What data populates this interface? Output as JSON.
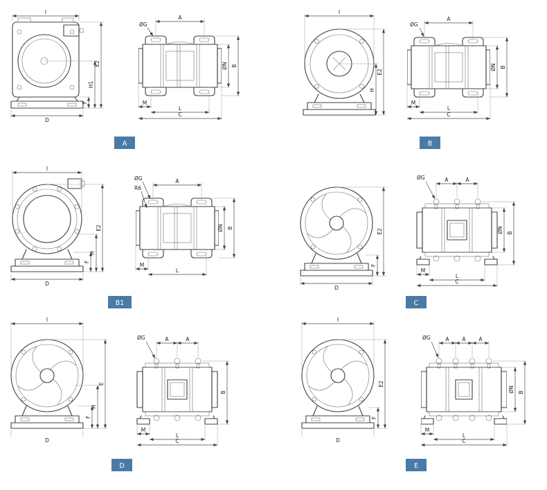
{
  "colors": {
    "badge": "#4a7ba7",
    "badge_text": "#ffffff",
    "line": "#3f3f3f"
  },
  "panels": [
    {
      "badge": "A",
      "end": {
        "top": "I",
        "bottom": "D",
        "right": [
          "E2",
          "H1",
          "F"
        ]
      },
      "side": {
        "hole": "ØG",
        "top": [
          "A"
        ],
        "right": [
          "ØN",
          "B"
        ],
        "bottom": [
          "M",
          "L",
          "C"
        ]
      }
    },
    {
      "badge": "B",
      "end": {
        "top": "I",
        "right": [
          "E2",
          "H"
        ]
      },
      "side": {
        "hole": "ØG",
        "top": [
          "A"
        ],
        "right": [
          "ØN",
          "B"
        ],
        "bottom": [
          "M",
          "L",
          "C"
        ]
      }
    },
    {
      "badge": "B1",
      "end": {
        "top": "I",
        "bottom": "D",
        "right": [
          "E2",
          "H",
          "F"
        ]
      },
      "side": {
        "hole": "ØG",
        "radius": "R6",
        "top": [
          "A"
        ],
        "right": [
          "ØN",
          "B"
        ],
        "bottom": [
          "M",
          "L"
        ]
      }
    },
    {
      "badge": "C",
      "end": {
        "bottom": "D",
        "right": [
          "E2",
          "F"
        ]
      },
      "side": {
        "hole": "ØG",
        "top": [
          "A",
          "A"
        ],
        "right": [
          "ØN",
          "B"
        ],
        "bottom": [
          "M",
          "L",
          "C"
        ]
      }
    },
    {
      "badge": "D",
      "end": {
        "top": "I",
        "bottom": "D",
        "right": [
          "E",
          "H",
          "F"
        ]
      },
      "side": {
        "hole": "ØG",
        "top": [
          "A",
          "A"
        ],
        "right": [
          "B"
        ],
        "bottom": [
          "M",
          "L",
          "C"
        ]
      }
    },
    {
      "badge": "E",
      "end": {
        "top": "I",
        "bottom": "D",
        "right": [
          "E2",
          "F"
        ]
      },
      "side": {
        "hole": "ØG",
        "top": [
          "A",
          "A",
          "A"
        ],
        "right": [
          "ØN",
          "B"
        ],
        "bottom": [
          "M",
          "L",
          "C"
        ]
      }
    }
  ]
}
